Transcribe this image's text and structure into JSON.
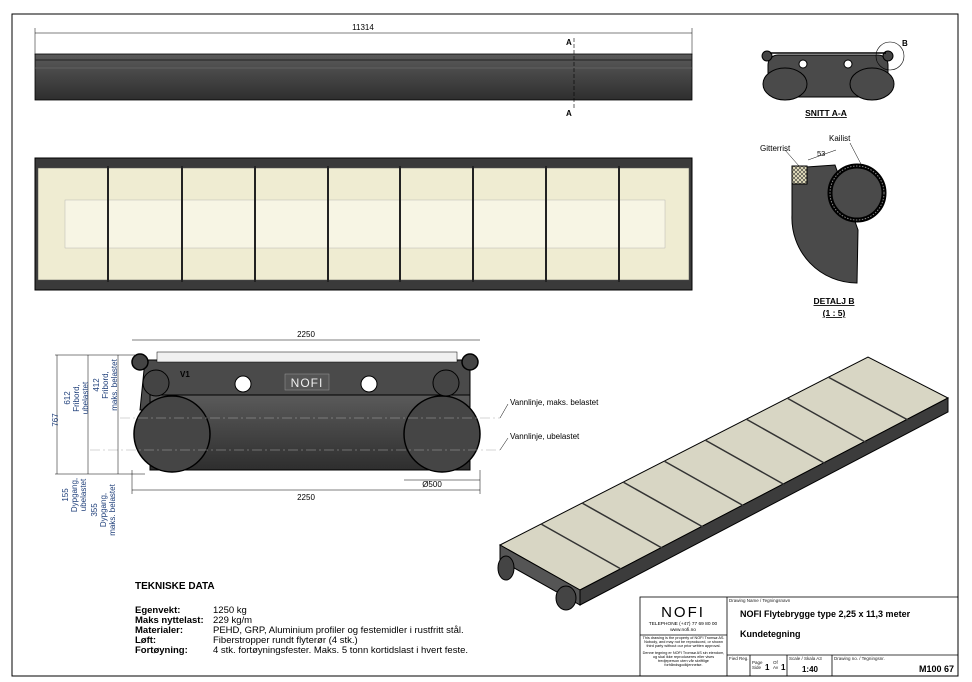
{
  "top_view": {
    "length_dim": "11314",
    "section_marker": "A"
  },
  "section_aa": {
    "title": "SNITT A-A",
    "detail_marker": "B"
  },
  "detail_b": {
    "title": "DETALJ B",
    "scale": "(1 : 5)",
    "label_gitterrist": "Gitterrist",
    "label_kailist": "Kailist",
    "dim_53": "53"
  },
  "end_view": {
    "width_top": "2250",
    "width_bottom": "2250",
    "diameter": "Ø500",
    "marker": "V1",
    "logo": "NOFI",
    "waterline_loaded": "Vannlinje, maks. belastet",
    "waterline_unloaded": "Vannlinje, ubelastet",
    "height_total": "767",
    "freeboard_unloaded_value": "612",
    "freeboard_unloaded_label1": "Fribord,",
    "freeboard_unloaded_label2": "ubelastet",
    "freeboard_loaded_value": "412",
    "freeboard_loaded_label1": "Fribord,",
    "freeboard_loaded_label2": "maks. belastet",
    "draft_unloaded_value": "155",
    "draft_unloaded_label1": "Dypgang,",
    "draft_unloaded_label2": "ubelastet",
    "draft_loaded_value": "355",
    "draft_loaded_label1": "Dypgang,",
    "draft_loaded_label2": "maks. belastet"
  },
  "tech": {
    "title": "TEKNISKE DATA",
    "rows": [
      {
        "key": "Egenvekt:",
        "value": "1250 kg"
      },
      {
        "key": "Maks nyttelast:",
        "value": "229 kg/m"
      },
      {
        "key": "Materialer:",
        "value": "PEHD, GRP, Aluminium profiler og festemidler i rustfritt stål."
      },
      {
        "key": "Løft:",
        "value": "Fiberstropper rundt flyterør (4 stk.)"
      },
      {
        "key": "Fortøyning:",
        "value": "4 stk. fortøyningsfester. Maks. 5 tonn kortidslast i hvert feste."
      }
    ]
  },
  "title_block": {
    "logo": "NOFI",
    "telephone": "TELEPHONE (+47) 77 69 80 00",
    "website": "www.nofi.no",
    "disclaimer_en": "This drawing is the property of NOFI Tromsø AS. Nobody, and may not be reproduced, or shown third party without our prior written approval.",
    "disclaimer_no": "Denne tegning er NOFI Tromsø AS sin eiendom, og skal ikke reproduseres eller vises tredjeperson uten vår skriftlige forhåndsgodkjennelse.",
    "drawing_name_label": "Drawing Name / Tegningsnavn",
    "drawing_name": "NOFI Flytebrygge type 2,25 x 11,3 meter",
    "subtitle": "Kundetegning",
    "filed_reg_label": "Fied Reg.",
    "page_label1": "Page",
    "page_label2": "Side",
    "page": "1",
    "of_label1": "Of",
    "of_label2": "Av",
    "of": "1",
    "scale_label": "Scale / Skala A3",
    "scale": "1:40",
    "drawing_no_label": "Drawing no. / Tegningsnr.",
    "drawing_no": "M100 67"
  },
  "colors": {
    "body": "#4a4a4a",
    "deck": "#efecd2",
    "frame": "#000000",
    "dim_text": "#1f3f7a"
  }
}
